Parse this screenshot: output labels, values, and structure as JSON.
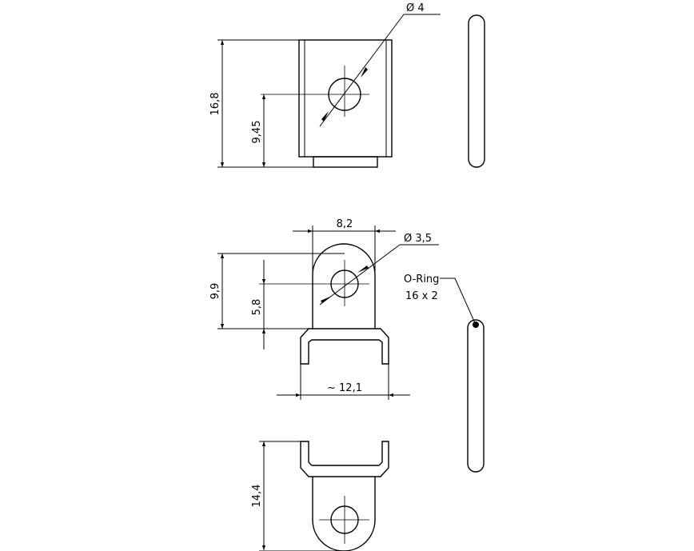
{
  "dimensions": {
    "top_height": "16,8",
    "top_hole_height": "9,45",
    "top_hole_diameter": "Ø 4",
    "mid_width": "8,2",
    "mid_hole_diameter": "Ø 3,5",
    "mid_height": "9,9",
    "mid_hole_height": "5,8",
    "mid_span": "~ 12,1",
    "bottom_height": "14,4"
  },
  "oring": {
    "label": "O-Ring",
    "size": "16 x 2"
  },
  "colors": {
    "line": "#000000",
    "background": "#ffffff"
  }
}
